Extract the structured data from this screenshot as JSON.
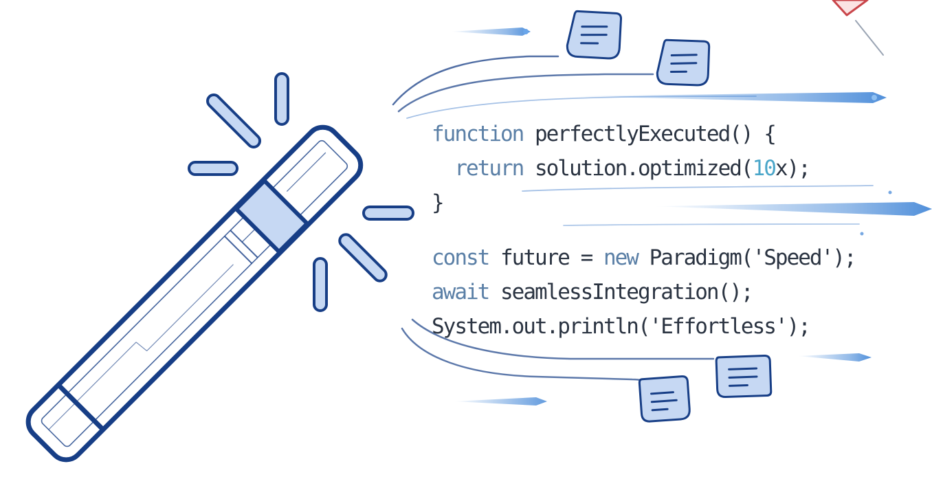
{
  "code": {
    "line1": {
      "keyword": "function",
      "rest": " perfectlyExecuted() {"
    },
    "line2": {
      "indent": "  ",
      "keyword": "return",
      "pre": " solution.optimized(",
      "number": "10",
      "post": "x);"
    },
    "line3": {
      "text": "}"
    },
    "line4": {
      "keyword": "const",
      "pre": " future = ",
      "keyword2": "new",
      "post": " Paradigm('Speed');"
    },
    "line5": {
      "keyword": "await",
      "rest": " seamlessIntegration();"
    },
    "line6": {
      "text": "System.out.println('Effortless');"
    }
  },
  "colors": {
    "outline": "#173e86",
    "fill_light": "#c6d8f3",
    "accent_blue": "#3d83d6",
    "code_text": "#2a3341",
    "keyword": "#5a7fa6",
    "number": "#4aa6c9"
  },
  "icons": [
    "magic-wand-icon",
    "sparkle-icon",
    "document-icon",
    "speed-line-icon",
    "flag-icon"
  ]
}
